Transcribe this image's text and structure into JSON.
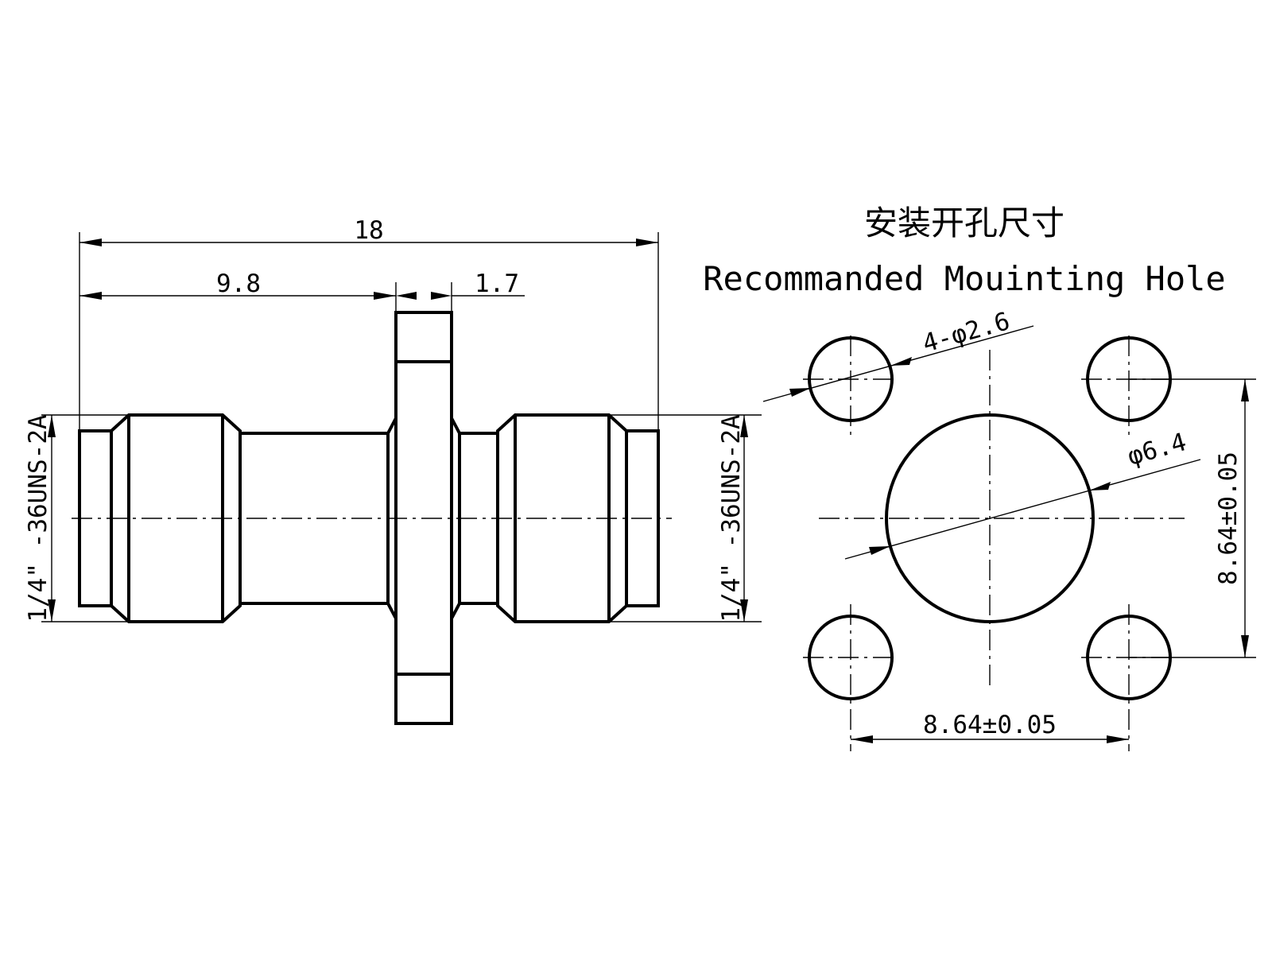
{
  "side_view": {
    "overall_length": "18",
    "left_body_length": "9.8",
    "flange_thickness": "1.7",
    "left_thread": "1/4\" -36UNS-2A",
    "right_thread": "1/4\" -36UNS-2A"
  },
  "mounting_hole": {
    "title_cn": "安装开孔尺寸",
    "title_en": "Recommanded Mouinting Hole",
    "small_holes": "4-φ2.6",
    "center_hole": "φ6.4",
    "vertical_spacing": "8.64±0.05",
    "horizontal_spacing": "8.64±0.05"
  }
}
